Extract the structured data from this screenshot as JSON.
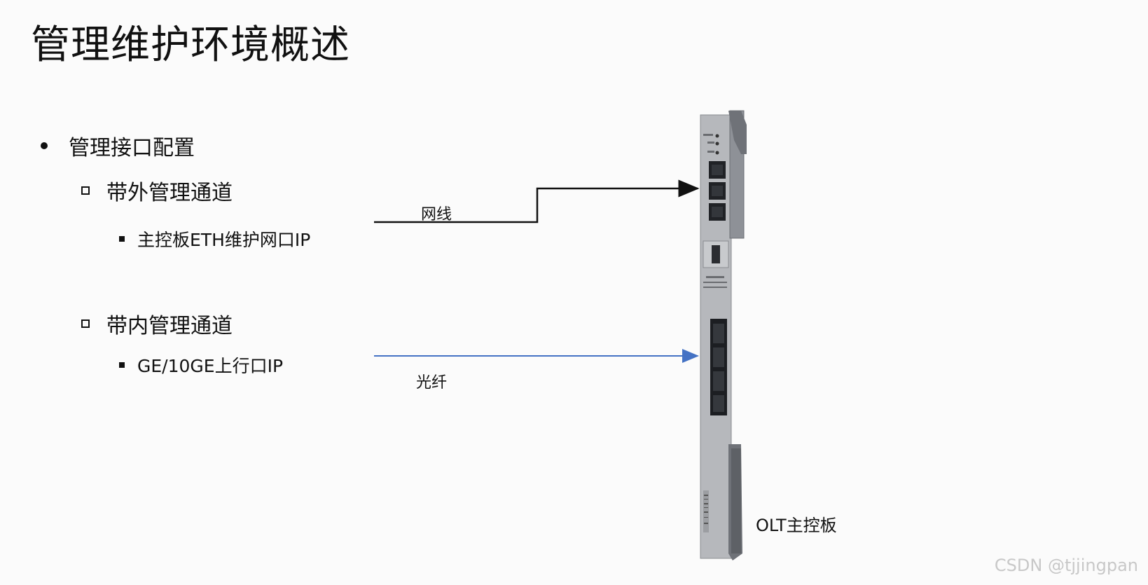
{
  "title": "管理维护环境概述",
  "bullets": {
    "level1": "管理接口配置",
    "out_of_band": "带外管理通道",
    "out_of_band_item": "主控板ETH维护网口IP",
    "in_band": "带内管理通道",
    "in_band_item": "GE/10GE上行口IP"
  },
  "diagram": {
    "cable_label": "网线",
    "fiber_label": "光纤",
    "board_label": "OLT主控板",
    "cable_color": "#111111",
    "fiber_color": "#4472c4"
  },
  "watermark": "CSDN @tjjingpan"
}
